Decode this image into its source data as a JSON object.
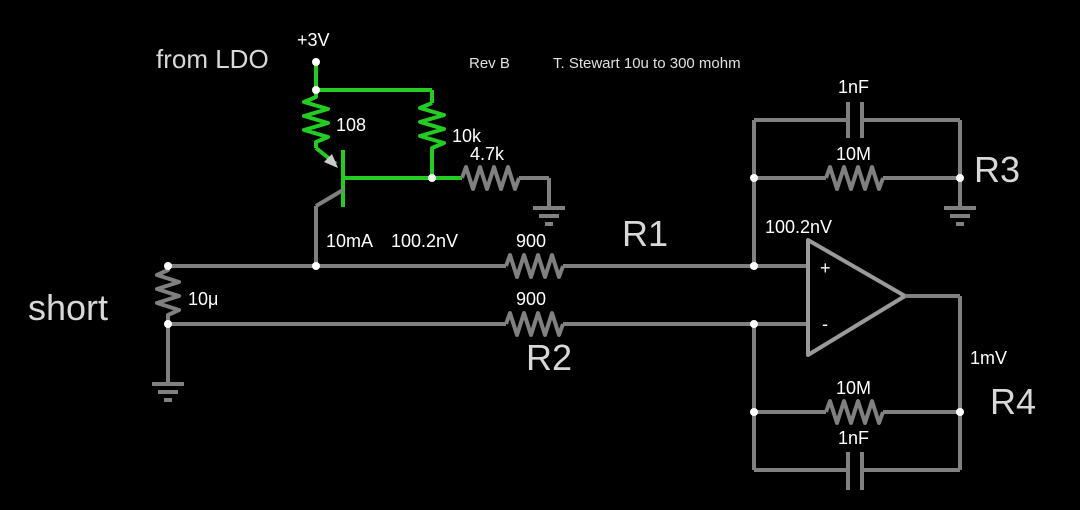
{
  "colors": {
    "background": "#000000",
    "wire": "#808080",
    "wire_active": "#22cc22",
    "node": "#ffffff",
    "text": "#ffffff",
    "text_dim": "#d8d8d8"
  },
  "header": {
    "source_label": "from LDO",
    "supply_label": "+3V",
    "revision": "Rev B",
    "author_note": "T. Stewart  10u to 300 mohm"
  },
  "components": {
    "r_emitter": "108",
    "r_bias_top": "10k",
    "r_bias_bottom": "4.7k",
    "r1_value": "900",
    "r1_name": "R1",
    "r2_value": "900",
    "r2_name": "R2",
    "r3_res": "10M",
    "r3_cap": "1nF",
    "r3_name": "R3",
    "r4_res": "10M",
    "r4_cap": "1nF",
    "r4_name": "R4",
    "dut_value": "10μ",
    "dut_label": "short",
    "opamp_plus": "+",
    "opamp_minus": "-"
  },
  "readouts": {
    "current": "10mA",
    "voltage_node": "100.2nV",
    "voltage_plus": "100.2nV",
    "output": "1mV"
  }
}
